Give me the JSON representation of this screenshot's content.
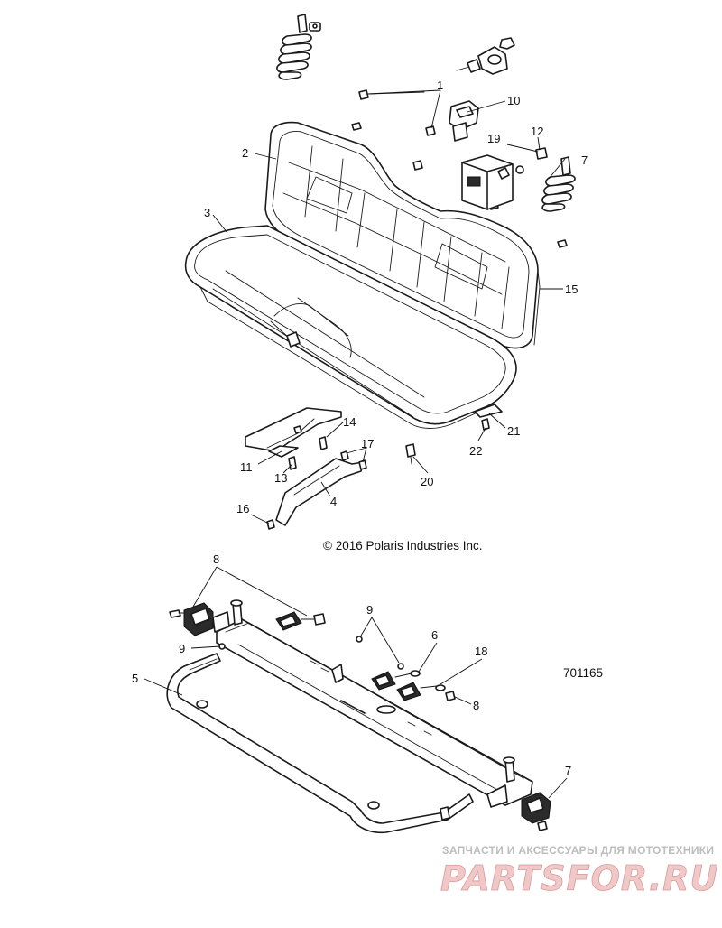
{
  "callouts": {
    "c1": "1",
    "c2": "2",
    "c3": "3",
    "c4": "4",
    "c5": "5",
    "c6": "6",
    "c7a": "7",
    "c7b": "7",
    "c8a": "8",
    "c8b": "8",
    "c9a": "9",
    "c9b": "9",
    "c10": "10",
    "c11": "11",
    "c12": "12",
    "c13": "13",
    "c14": "14",
    "c15": "15",
    "c16": "16",
    "c17": "17",
    "c18": "18",
    "c19": "19",
    "c20": "20",
    "c21": "21",
    "c22": "22"
  },
  "copyright": "© 2016 Polaris Industries Inc.",
  "document_number": "701165",
  "watermark": {
    "tagline": "ЗАПЧАСТИ И АКСЕССУАРЫ ДЛЯ МОТОТЕХНИКИ",
    "brand": "PARTSFOR.RU"
  },
  "colors": {
    "line": "#1a1a1a",
    "background": "#ffffff",
    "watermark_red": "#e8a0a0"
  }
}
